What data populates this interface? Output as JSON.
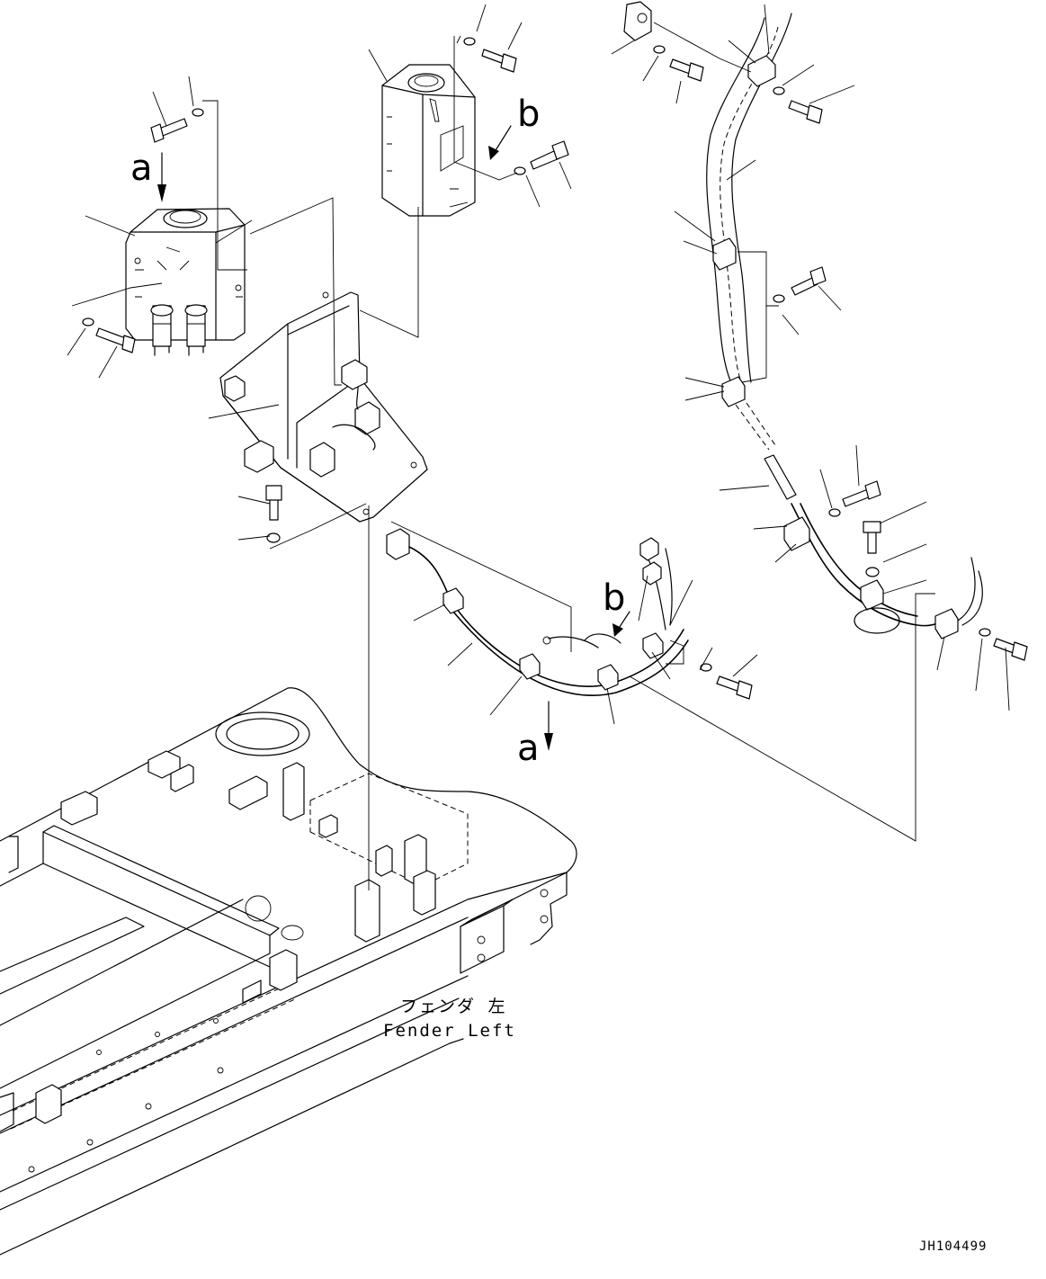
{
  "view_labels": {
    "a_top": "a",
    "b_top": "b",
    "b_mid": "b",
    "a_mid": "a"
  },
  "fender_label": {
    "jp": "フェンダ 左",
    "en": "Fender Left"
  },
  "drawing_code": "JH104499"
}
